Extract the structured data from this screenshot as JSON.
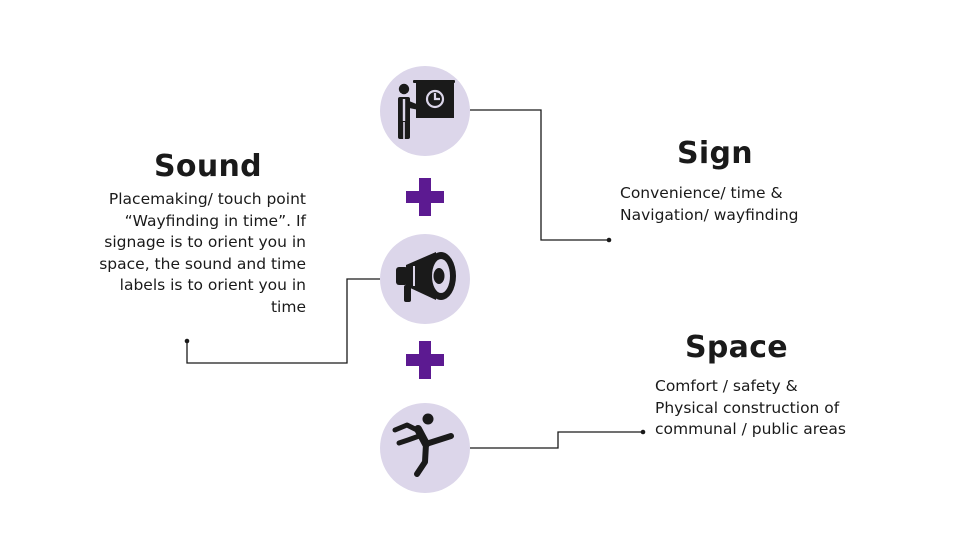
{
  "sound": {
    "title": "Sound",
    "lines": [
      "Placemaking/ touch point",
      "“Wayfinding in time”. If",
      "signage is to orient you in",
      "space, the sound and time",
      "labels is to orient you in",
      "time"
    ]
  },
  "sign": {
    "title": "Sign",
    "lines": [
      "Convenience/ time &",
      "Navigation/ wayfinding"
    ]
  },
  "space": {
    "title": "Space",
    "lines": [
      "Comfort / safety &",
      "Physical construction of",
      "communal / public areas"
    ]
  },
  "icons": {
    "top": "presenter-board-icon",
    "middle": "megaphone-icon",
    "bottom": "kicking-person-icon",
    "plus": "plus-icon"
  },
  "colors": {
    "circle": "#dcd6ea",
    "plus": "#5c1a91",
    "icon": "#1a1a1a",
    "line": "#1a1a1a"
  }
}
